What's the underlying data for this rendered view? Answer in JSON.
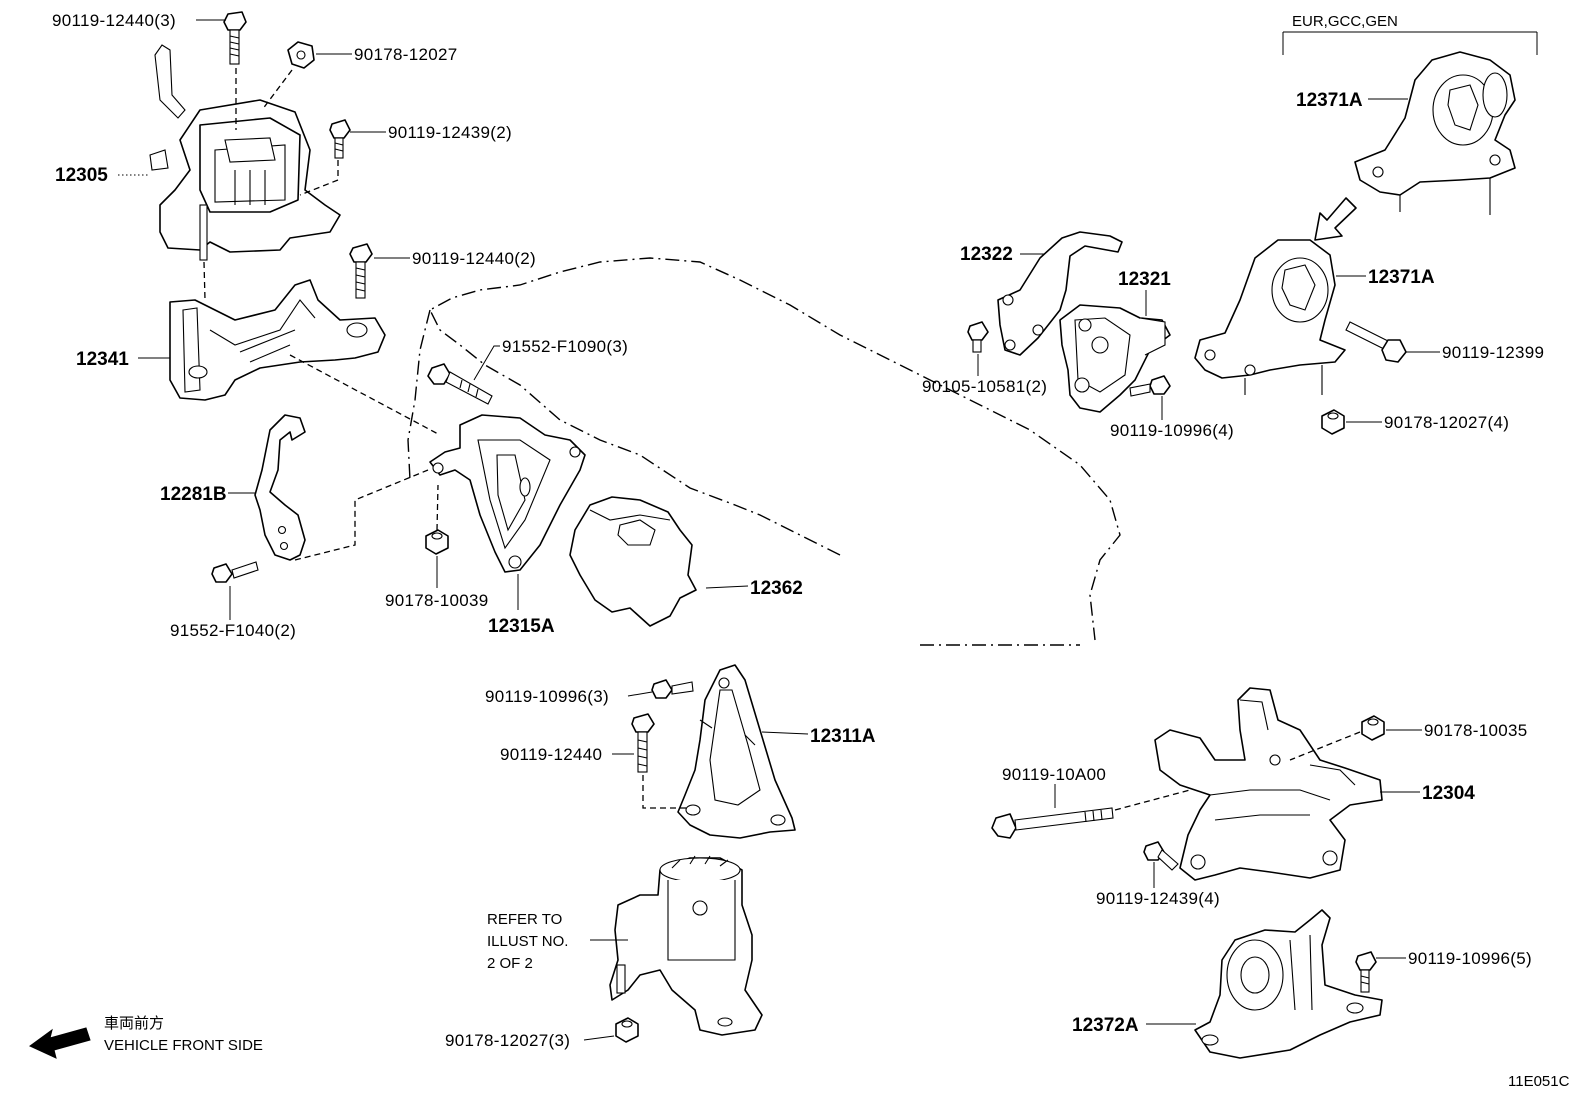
{
  "region_header": "EUR,GCC,GEN",
  "front_side": {
    "japanese": "車両前方",
    "english": "VEHICLE FRONT SIDE"
  },
  "refer_note": {
    "line1": "REFER TO",
    "line2": "ILLUST NO.",
    "line3": "2 OF 2"
  },
  "illustration_code": "11E051C",
  "parts": {
    "p12305": "12305",
    "p12341": "12341",
    "p12281B": "12281B",
    "p12315A": "12315A",
    "p12362": "12362",
    "p12311A": "12311A",
    "p12322": "12322",
    "p12321": "12321",
    "p12371A_top": "12371A",
    "p12371A_mid": "12371A",
    "p12304": "12304",
    "p12372A": "12372A"
  },
  "fasteners": {
    "f1": "90119-12440(3)",
    "f2": "90178-12027",
    "f3": "90119-12439(2)",
    "f4": "90119-12440(2)",
    "f5": "91552-F1090(3)",
    "f6": "90178-10039",
    "f7": "91552-F1040(2)",
    "f8": "90105-10581(2)",
    "f9": "90119-10996(4)",
    "f10": "90119-12399",
    "f11": "90178-12027(4)",
    "f12": "90119-10996(3)",
    "f13": "90119-12440",
    "f14": "90178-10035",
    "f15": "90119-10A00",
    "f16": "90119-12439(4)",
    "f17": "90119-10996(5)",
    "f18": "90178-12027(3)"
  }
}
